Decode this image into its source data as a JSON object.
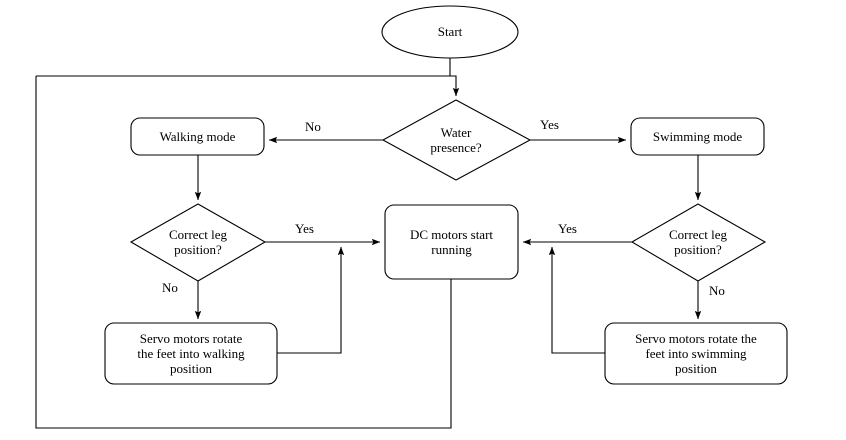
{
  "diagram": {
    "type": "flowchart",
    "title": "Amphibious robot walking / swimming mode flowchart",
    "background_color": "#ffffff",
    "stroke_color": "#000000",
    "text_color": "#000000"
  },
  "nodes": {
    "start": {
      "label": "Start",
      "shape": "ellipse"
    },
    "water_presence": {
      "label": "Water\npresence?",
      "shape": "diamond"
    },
    "walking_mode": {
      "label": "Walking mode",
      "shape": "rounded-rect"
    },
    "swimming_mode": {
      "label": "Swimming mode",
      "shape": "rounded-rect"
    },
    "correct_leg_left": {
      "label": "Correct leg\nposition?",
      "shape": "diamond"
    },
    "correct_leg_right": {
      "label": "Correct leg\nposition?",
      "shape": "diamond"
    },
    "dc_motors": {
      "label": "DC motors start\nrunning",
      "shape": "rounded-rect"
    },
    "servo_walking": {
      "label": "Servo motors rotate\nthe feet into walking\nposition",
      "shape": "rounded-rect"
    },
    "servo_swimming": {
      "label": "Servo motors rotate the\nfeet into swimming\nposition",
      "shape": "rounded-rect"
    }
  },
  "edge_labels": {
    "water_no": "No",
    "water_yes": "Yes",
    "left_leg_yes": "Yes",
    "left_leg_no": "No",
    "right_leg_yes": "Yes",
    "right_leg_no": "No"
  }
}
